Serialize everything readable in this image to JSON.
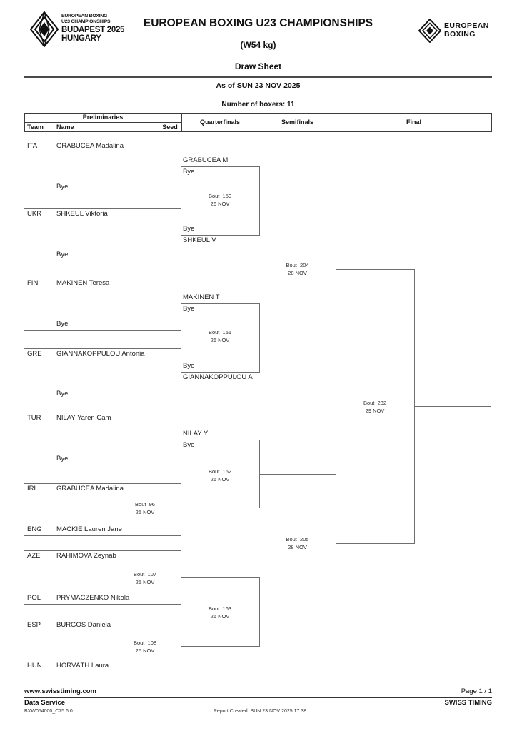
{
  "header": {
    "event_logo": {
      "line1": "EUROPEAN BOXING",
      "line2": "U23 CHAMPIONSHIPS",
      "line3": "BUDAPEST 2025",
      "line4": "HUNGARY"
    },
    "title": "EUROPEAN BOXING U23 CHAMPIONSHIPS",
    "weight_category": "(W54 kg)",
    "document_type": "Draw Sheet",
    "org_logo": {
      "line1": "EUROPEAN",
      "line2": "BOXING"
    },
    "as_of": "As of SUN 23 NOV 2025",
    "number_of_boxers": "Number of boxers: 11"
  },
  "columns": {
    "preliminaries": "Preliminaries",
    "team": "Team",
    "name": "Name",
    "seed": "Seed",
    "quarterfinals": "Quarterfinals",
    "semifinals": "Semifinals",
    "final": "Final"
  },
  "preliminaries": [
    {
      "team": "ITA",
      "name": "GRABUCEA Madalina",
      "opp_name": "Bye"
    },
    {
      "team": "UKR",
      "name": "SHKEUL Viktoria",
      "opp_name": "Bye"
    },
    {
      "team": "FIN",
      "name": "MAKINEN Teresa",
      "opp_name": "Bye"
    },
    {
      "team": "GRE",
      "name": "GIANNAKOPPULOU Antonia",
      "opp_name": "Bye"
    },
    {
      "team": "TUR",
      "name": "NILAY Yaren Cam",
      "opp_name": "Bye"
    },
    {
      "team": "IRL",
      "name": "GRABUCEA Madalina",
      "opp_team": "ENG",
      "opp_name": "MACKIE Lauren Jane",
      "bout": "Bout  96",
      "date": "25 NOV"
    },
    {
      "team": "AZE",
      "name": "RAHIMOVA Zeynab",
      "opp_team": "POL",
      "opp_name": "PRYMACZENKO Nikola",
      "bout": "Bout  107",
      "date": "25 NOV"
    },
    {
      "team": "ESP",
      "name": "BURGOS Daniela",
      "opp_team": "HUN",
      "opp_name": "HORVÁTH Laura",
      "bout": "Bout  108",
      "date": "25 NOV"
    }
  ],
  "quarterfinals": [
    {
      "top_name": "GRABUCEA M",
      "top_note": "Bye",
      "bottom_note": "Bye",
      "bottom_name": "SHKEUL V",
      "bout": "Bout  150",
      "date": "26 NOV"
    },
    {
      "top_name": "MAKINEN T",
      "top_note": "Bye",
      "bottom_note": "Bye",
      "bottom_name": "GIANNAKOPPULOU A",
      "bout": "Bout  151",
      "date": "26 NOV"
    },
    {
      "top_name": "NILAY Y",
      "top_note": "Bye",
      "bout": "Bout  162",
      "date": "26 NOV"
    },
    {
      "bout": "Bout  163",
      "date": "26 NOV"
    }
  ],
  "semifinals": [
    {
      "bout": "Bout  204",
      "date": "28 NOV"
    },
    {
      "bout": "Bout  205",
      "date": "28 NOV"
    }
  ],
  "final": {
    "bout": "Bout  232",
    "date": "29 NOV"
  },
  "footer": {
    "website": "www.swisstiming.com",
    "page": "Page 1 / 1",
    "service": "Data Service",
    "brand": "SWISS TIMING",
    "report_code": "BXW054000_C75 6.0",
    "report_created": "Report Created  SUN 23 NOV 2025 17:38"
  }
}
